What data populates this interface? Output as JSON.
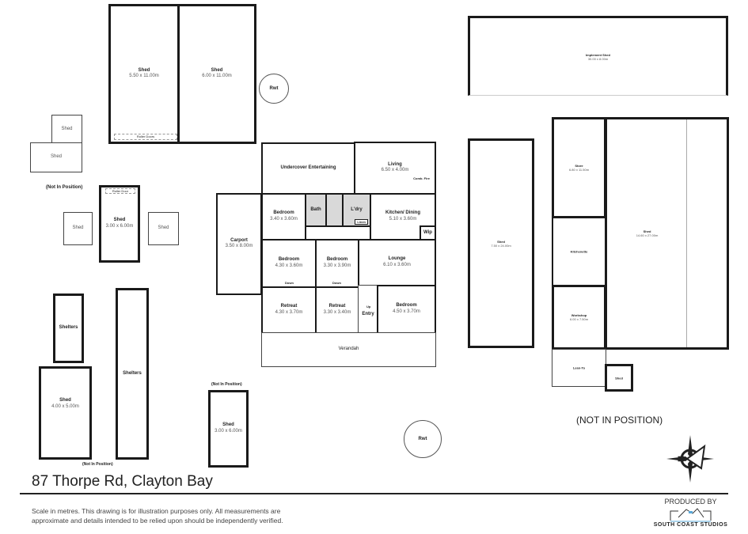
{
  "title": "87 Thorpe Rd, Clayton Bay",
  "disclaimer": "Scale in metres. This drawing is for illustration purposes only. All measurements are approximate and details intended to be relied upon should be independently verified.",
  "produced_by": "PRODUCED BY",
  "brand": "SOUTH COAST STUDIOS",
  "compass_letter": "N",
  "not_in_position": "(Not In Position)",
  "not_in_position_caps": "(NOT IN POSITION)",
  "rwt": "Rwt",
  "roller_doors": "Roller Doors",
  "roller_door": "Roller Door",
  "down": "Down",
  "up": "Up",
  "rooms": {
    "shed_a": {
      "name": "Shed",
      "size": "5.50 x 11.00m"
    },
    "shed_b": {
      "name": "Shed",
      "size": "6.00 x 11.00m"
    },
    "shed_s1": {
      "name": "Shed"
    },
    "shed_s2": {
      "name": "Shed"
    },
    "shed_c": {
      "name": "Shed",
      "size": "3.00 x 6.00m"
    },
    "shed_s3": {
      "name": "Shed"
    },
    "shed_s4": {
      "name": "Shed"
    },
    "shelters_a": {
      "name": "Shelters"
    },
    "shelters_b": {
      "name": "Shelters"
    },
    "shed_d": {
      "name": "Shed",
      "size": "4.00 x 5.00m"
    },
    "shed_e": {
      "name": "Shed",
      "size": "3.00 x 6.00m"
    },
    "undercover": {
      "name": "Undercover Entertaining"
    },
    "living": {
      "name": "Living",
      "size": "6.50 x 4.00m"
    },
    "comb": {
      "name": "Comb. Fire"
    },
    "carport": {
      "name": "Carport",
      "size": "3.50 x 8.00m"
    },
    "bed1": {
      "name": "Bedroom",
      "size": "3.40 x 3.60m"
    },
    "bath": {
      "name": "Bath"
    },
    "ldry": {
      "name": "L'dry"
    },
    "linen": {
      "name": "Linen"
    },
    "kitchen": {
      "name": "Kitchen/ Dining",
      "size": "5.10 x 3.60m"
    },
    "wip": {
      "name": "Wip"
    },
    "bed2": {
      "name": "Bedroom",
      "size": "4.30 x 3.60m"
    },
    "bed3": {
      "name": "Bedroom",
      "size": "3.30 x 3.90m"
    },
    "lounge": {
      "name": "Lounge",
      "size": "6.10 x 3.60m"
    },
    "retreat1": {
      "name": "Retreat",
      "size": "4.30 x 3.70m"
    },
    "retreat2": {
      "name": "Retreat",
      "size": "3.30 x 3.40m"
    },
    "entry": {
      "name": "Entry"
    },
    "bed4": {
      "name": "Bedroom",
      "size": "4.50 x 3.70m"
    },
    "verandah": {
      "name": "Verandah"
    },
    "implement": {
      "name": "Implement Shed",
      "size": "30.00 x 8.00m"
    },
    "shed_f": {
      "name": "Shed",
      "size": "7.50 x 24.00m"
    },
    "store": {
      "name": "Store",
      "size": "6.80 x 11.50m"
    },
    "kitchenette": {
      "name": "Kitchenette"
    },
    "workshop": {
      "name": "Workshop",
      "size": "6.00 x 7.50m"
    },
    "shed_g": {
      "name": "Shed",
      "size": "14.60 x 27.00m"
    },
    "leanto": {
      "name": "Lean-To"
    },
    "shed_h": {
      "name": "Shed"
    }
  }
}
